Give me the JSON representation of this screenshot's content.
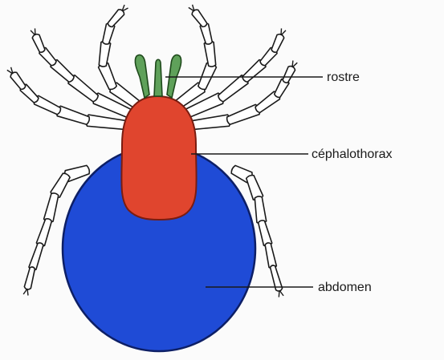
{
  "labels": {
    "rostre": "rostre",
    "cephalothorax": "céphalothorax",
    "abdomen": "abdomen"
  },
  "colors": {
    "background": "#fbfbfb",
    "abdomen": "#1f4bd6",
    "cephalothorax": "#e0452e",
    "rostre": "#5fa15a",
    "legs": "#ffffff",
    "outline": "#1a1a1a"
  }
}
